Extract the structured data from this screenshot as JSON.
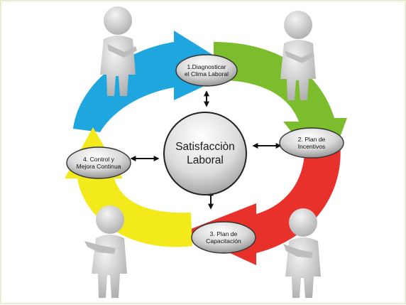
{
  "center": {
    "label": "Satisfacciòn\nLaboral"
  },
  "steps": [
    {
      "label": "1.Diagnosticar\nel Clima Laboral",
      "color": "#1fa6df"
    },
    {
      "label": "2. Plan de\nIncentivos",
      "color": "#7cbd2e"
    },
    {
      "label": "3. Plan de\nCapacitación",
      "color": "#e8312a"
    },
    {
      "label": "4. Control y\nMejora Continua",
      "color": "#f3ea1b"
    }
  ],
  "figures": [
    {
      "name": "figure-top-left"
    },
    {
      "name": "figure-top-right"
    },
    {
      "name": "figure-bottom-left"
    },
    {
      "name": "figure-bottom-right"
    }
  ],
  "colors": {
    "node_fill_light": "#ffffff",
    "node_fill_dark": "#8a8a8a",
    "connector": "#111111",
    "figure": "#cfcfcf"
  }
}
